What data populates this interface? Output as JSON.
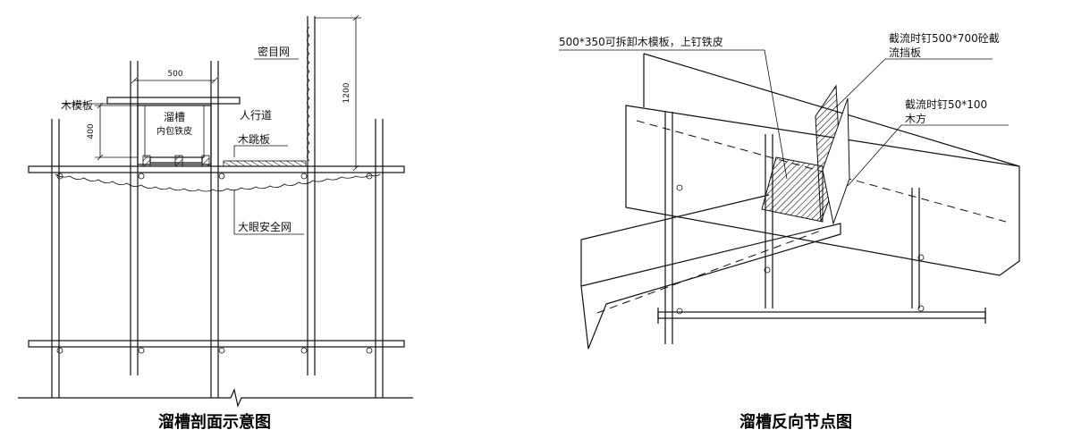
{
  "left_figure": {
    "caption": "溜槽剖面示意图",
    "labels": {
      "wood_form": "木模板",
      "chute": "溜槽",
      "chute_lining": "内包铁皮",
      "walkway": "人行道",
      "dense_net": "密目网",
      "wood_board": "木跳板",
      "safety_net": "大眼安全网"
    },
    "dimensions": {
      "width": "500",
      "height": "400",
      "rail_height": "1200"
    }
  },
  "right_figure": {
    "caption": "溜槽反向节点图",
    "labels": {
      "removable_form": "500*350可拆卸木模板，上钉铁皮",
      "baffle_line1": "截流时钉500*700砼截",
      "baffle_line2": "流挡板",
      "timber_line1": "截流时钉50*100",
      "timber_line2": "木方"
    }
  },
  "colors": {
    "line": "#111111",
    "background": "#ffffff"
  }
}
